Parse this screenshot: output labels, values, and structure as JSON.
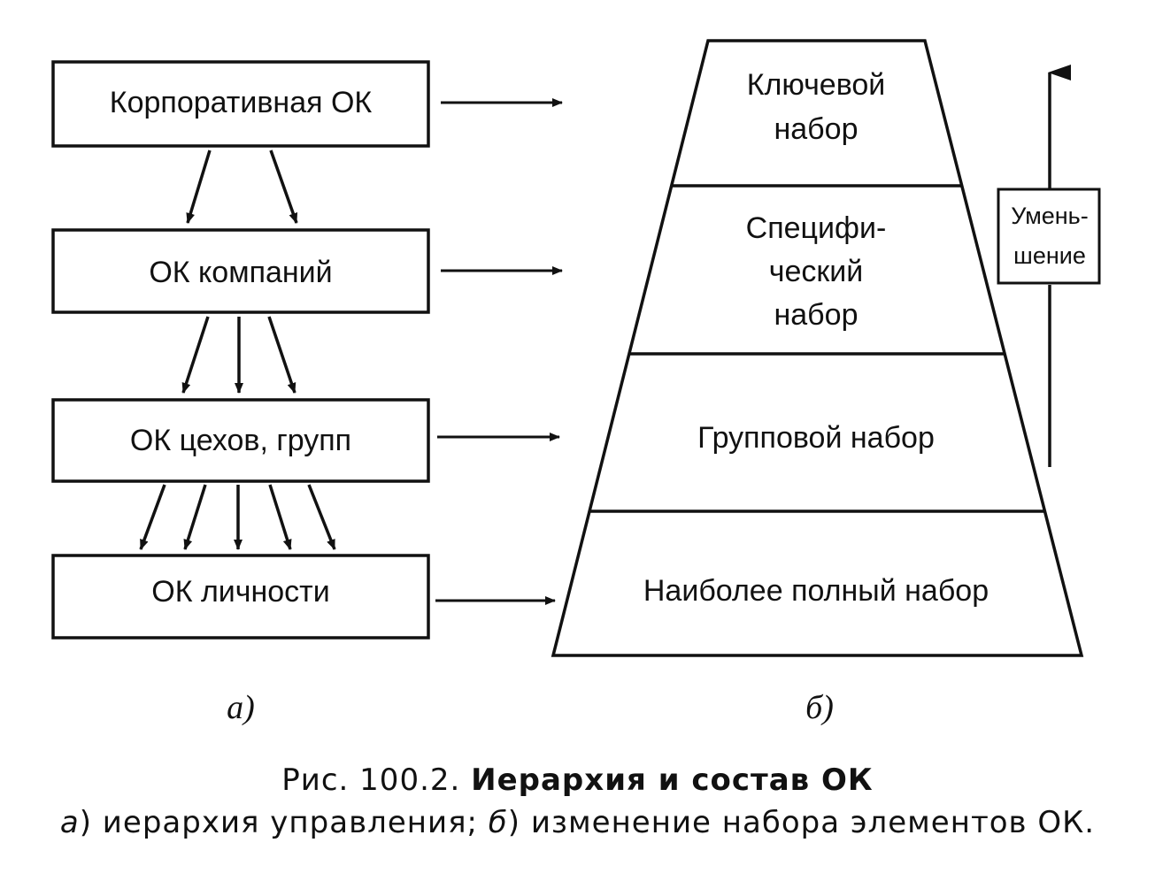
{
  "hierarchy": {
    "boxes": [
      "Корпоративная ОК",
      "ОК компаний",
      "ОК цехов, групп",
      "ОК личности"
    ],
    "label": "а)"
  },
  "pyramid": {
    "levels": [
      [
        "Ключевой",
        "набор"
      ],
      [
        "Специфи-",
        "ческий",
        "набор"
      ],
      [
        "Групповой набор"
      ],
      [
        "Наиболее полный набор"
      ]
    ],
    "side_label": [
      "Умень-",
      "шение"
    ],
    "label": "б)"
  },
  "caption": {
    "prefix": "Рис. 100.2.",
    "title": "Иерархия и состав ОК",
    "line2": [
      {
        "text": "а",
        "italic": true
      },
      {
        "text": ") иерархия управления; ",
        "italic": false
      },
      {
        "text": "б",
        "italic": true
      },
      {
        "text": ") изменение набора элементов ОК.",
        "italic": false
      }
    ]
  },
  "colors": {
    "ink": "#111111",
    "background": "#ffffff"
  }
}
